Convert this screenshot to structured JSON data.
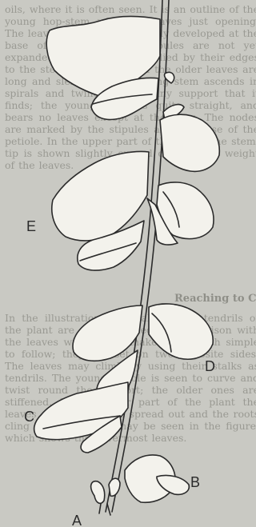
{
  "background_text": {
    "para1": "oils, where it is often seen. It is an outline of the young hop-stem with the leaves just opening. The leaves are yet incompletely developed at the base of each, and the stipules are not yet expanded, but lie closely applied by their edges to the stem. The petioles of the older leaves are long and slender. The climbing stem ascends in spirals and twines around any support that it finds; the young shoot is quite straight, and bears no leaves except at the apex. The nodes are marked by the stipules and the base of the petiole. In the upper part of the figure the stem-tip is shown slightly curved over by the weight of the leaves.",
    "heading": "Reaching to Cr",
    "para2": "In the illustration given above, the tendrils of the plant are seen attached; a comparison with the leaves will help to make the growth simple to follow; they are set on two opposite sides. The leaves may climb by using their stalks as tendrils. The young petiole is seen to curve and twist round the support; the older ones are stiffened. In the lower part of the plant the leaves and stipules are spread out and the roots cling to the wall, as may be seen in the figure, which shows the lowermost leaves."
  },
  "figure": {
    "labels": {
      "a": "A",
      "b": "B",
      "c": "C",
      "d": "D",
      "e": "E"
    }
  },
  "colors": {
    "paper": "#c9c9c3",
    "ink": "#2b2b2b",
    "leaf_fill": "#f3f2ec",
    "faint_text": "#9a9a93"
  }
}
